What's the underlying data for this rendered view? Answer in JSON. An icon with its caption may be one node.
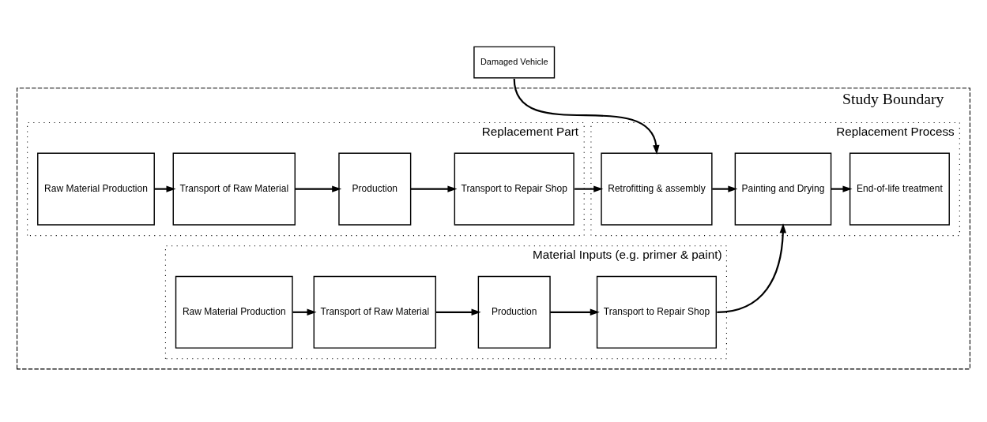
{
  "diagram": {
    "nodes": [
      {
        "text": [
          "Damaged Vehicle"
        ]
      },
      {
        "text": [
          "Study Boundary"
        ]
      },
      {
        "text": [
          "Replacement Part"
        ],
        "in": 1
      },
      {
        "text": [
          "Raw Material Production"
        ],
        "in": 2
      },
      {
        "text": [
          "Transport of Raw Material"
        ],
        "in": 2
      },
      {
        "text": [
          "Production"
        ],
        "in": 2
      },
      {
        "text": [
          "Transport to Repair Shop"
        ],
        "in": 2
      },
      {
        "text": [
          "Replacement Process"
        ],
        "in": 1
      },
      {
        "text": [
          "Retrofitting & assembly"
        ],
        "in": 7
      },
      {
        "text": [
          "Painting and Drying"
        ],
        "in": 7
      },
      {
        "text": [
          "End-of-life treatment"
        ],
        "in": 7
      },
      {
        "text": [
          "Material Inputs (e.g. primer & paint)"
        ],
        "in": 1
      },
      {
        "text": [
          "Raw Material Production"
        ],
        "in": 11
      },
      {
        "text": [
          "Transport of Raw Material"
        ],
        "in": 11
      },
      {
        "text": [
          "Production"
        ],
        "in": 11
      },
      {
        "text": [
          "Transport to Repair Shop"
        ],
        "in": 11
      }
    ],
    "edges": [
      {
        "from": 3,
        "to": 4,
        "arrow": "to"
      },
      {
        "from": 4,
        "to": 5,
        "arrow": "to"
      },
      {
        "from": 5,
        "to": 6,
        "arrow": "to"
      },
      {
        "from": 6,
        "to": 8,
        "arrow": "to"
      },
      {
        "from": 0,
        "to": 8,
        "arrow": "to"
      },
      {
        "from": 8,
        "to": 9,
        "arrow": "to"
      },
      {
        "from": 9,
        "to": 10,
        "arrow": "to"
      },
      {
        "from": 12,
        "to": 13,
        "arrow": "to"
      },
      {
        "from": 13,
        "to": 14,
        "arrow": "to"
      },
      {
        "from": 14,
        "to": 15,
        "arrow": "to"
      },
      {
        "from": 15,
        "to": 9,
        "arrow": "to"
      }
    ]
  }
}
